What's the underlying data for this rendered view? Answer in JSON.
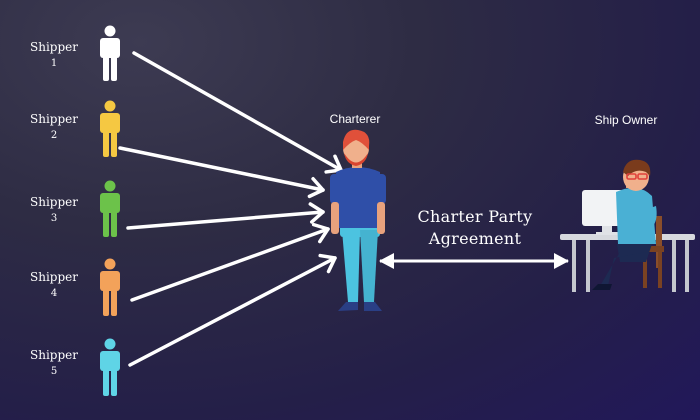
{
  "shippers": [
    {
      "label": "Shipper",
      "number": "1",
      "color": "#ffffff"
    },
    {
      "label": "Shipper",
      "number": "2",
      "color": "#f5c842"
    },
    {
      "label": "Shipper",
      "number": "3",
      "color": "#6cc24a"
    },
    {
      "label": "Shipper",
      "number": "4",
      "color": "#f3a25a"
    },
    {
      "label": "Shipper",
      "number": "5",
      "color": "#5fd4e6"
    }
  ],
  "charterer": {
    "label": "Charterer"
  },
  "ship_owner": {
    "label": "Ship Owner"
  },
  "agreement": {
    "line1": "Charter Party",
    "line2": "Agreement"
  },
  "colors": {
    "arrow": "#ffffff",
    "background_top": "#3d3b52",
    "background_bottom": "#22185a",
    "charterer_shirt": "#2f4fa8",
    "charterer_pants": "#4cc3e0",
    "charterer_hair": "#e0503a",
    "owner_shirt": "#4ab0d4",
    "owner_pants": "#1d2a52",
    "desk": "#d7d9de",
    "chair": "#8a4e2a"
  },
  "icons": [
    "person-icon",
    "arrow-icon",
    "double-arrow-icon",
    "desk-icon",
    "computer-icon"
  ]
}
